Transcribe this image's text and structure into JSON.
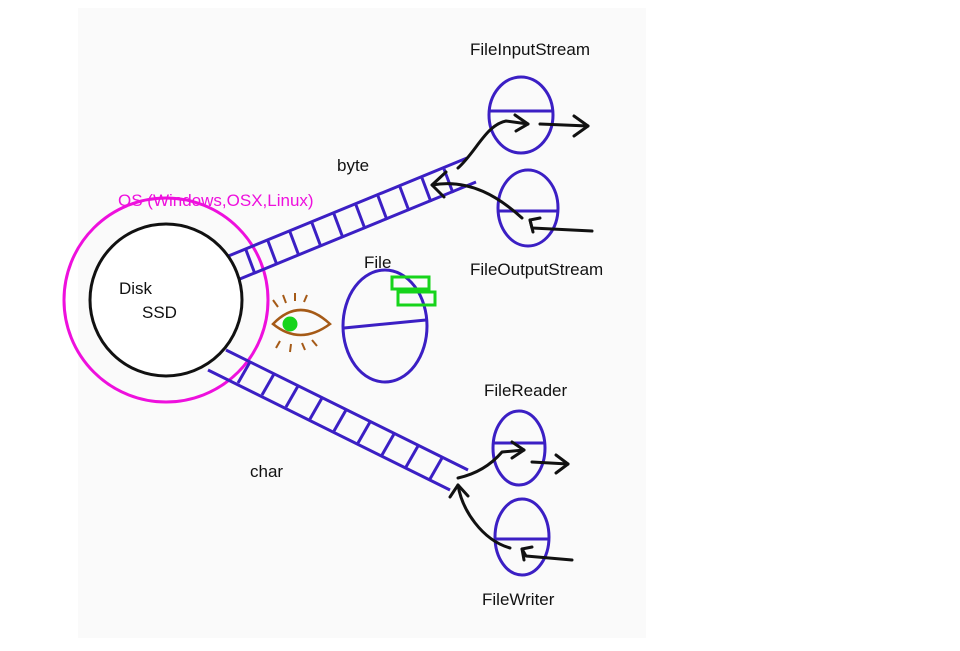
{
  "os": {
    "label": "OS (Windows,OSX,Linux)"
  },
  "disk": {
    "line1": "Disk",
    "line2": "SSD"
  },
  "streams": {
    "byte": "byte",
    "char": "char"
  },
  "file": {
    "label": "File"
  },
  "nodes": {
    "file_input_stream": "FileInputStream",
    "file_output_stream": "FileOutputStream",
    "file_reader": "FileReader",
    "file_writer": "FileWriter"
  },
  "colors": {
    "os_ring": "#ee10dd",
    "ladder": "#3b1fc4",
    "stream_oval": "#3b1fc4",
    "eye": "#a55a17",
    "pupil": "#16d41b",
    "file_marker": "#16d41b",
    "arrow": "#111111"
  },
  "icons": {
    "eye": "eye-icon"
  }
}
